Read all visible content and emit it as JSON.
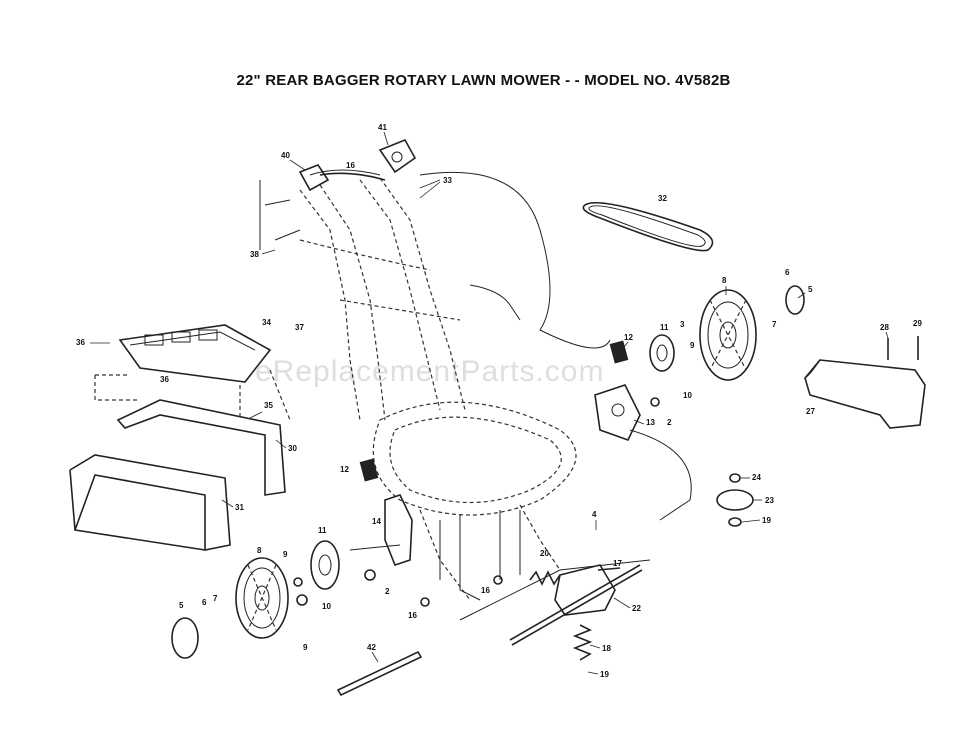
{
  "title": "22\" REAR BAGGER ROTARY LAWN MOWER - - MODEL NO. 4V582B",
  "watermark": "eReplacementParts.com",
  "callouts": [
    {
      "id": "c41",
      "label": "41"
    },
    {
      "id": "c40",
      "label": "40"
    },
    {
      "id": "c16a",
      "label": "16"
    },
    {
      "id": "c33",
      "label": "33"
    },
    {
      "id": "c38",
      "label": "38"
    },
    {
      "id": "c32",
      "label": "32"
    },
    {
      "id": "c8a",
      "label": "8"
    },
    {
      "id": "c6a",
      "label": "6"
    },
    {
      "id": "c5a",
      "label": "5"
    },
    {
      "id": "c7a",
      "label": "7"
    },
    {
      "id": "c12a",
      "label": "12"
    },
    {
      "id": "c11a",
      "label": "11"
    },
    {
      "id": "c3a",
      "label": "3"
    },
    {
      "id": "c9a",
      "label": "9"
    },
    {
      "id": "c10a",
      "label": "10"
    },
    {
      "id": "c13",
      "label": "13"
    },
    {
      "id": "c2a",
      "label": "2"
    },
    {
      "id": "c36a",
      "label": "36"
    },
    {
      "id": "c34",
      "label": "34"
    },
    {
      "id": "c37",
      "label": "37"
    },
    {
      "id": "c36b",
      "label": "36"
    },
    {
      "id": "c35",
      "label": "35"
    },
    {
      "id": "c30",
      "label": "30"
    },
    {
      "id": "c31",
      "label": "31"
    },
    {
      "id": "c28",
      "label": "28"
    },
    {
      "id": "c29",
      "label": "29"
    },
    {
      "id": "c27",
      "label": "27"
    },
    {
      "id": "c24",
      "label": "24"
    },
    {
      "id": "c23",
      "label": "23"
    },
    {
      "id": "c19a",
      "label": "19"
    },
    {
      "id": "c12b",
      "label": "12"
    },
    {
      "id": "c14",
      "label": "14"
    },
    {
      "id": "c11b",
      "label": "11"
    },
    {
      "id": "c4",
      "label": "4"
    },
    {
      "id": "c20",
      "label": "20"
    },
    {
      "id": "c17",
      "label": "17"
    },
    {
      "id": "c16b",
      "label": "16"
    },
    {
      "id": "c16c",
      "label": "16"
    },
    {
      "id": "c22",
      "label": "22"
    },
    {
      "id": "c8b",
      "label": "8"
    },
    {
      "id": "c9b",
      "label": "9"
    },
    {
      "id": "c2b",
      "label": "2"
    },
    {
      "id": "c10b",
      "label": "10"
    },
    {
      "id": "c9c",
      "label": "9"
    },
    {
      "id": "c5b",
      "label": "5"
    },
    {
      "id": "c6b",
      "label": "6"
    },
    {
      "id": "c7b",
      "label": "7"
    },
    {
      "id": "c42",
      "label": "42"
    },
    {
      "id": "c18",
      "label": "18"
    },
    {
      "id": "c19b",
      "label": "19"
    }
  ]
}
